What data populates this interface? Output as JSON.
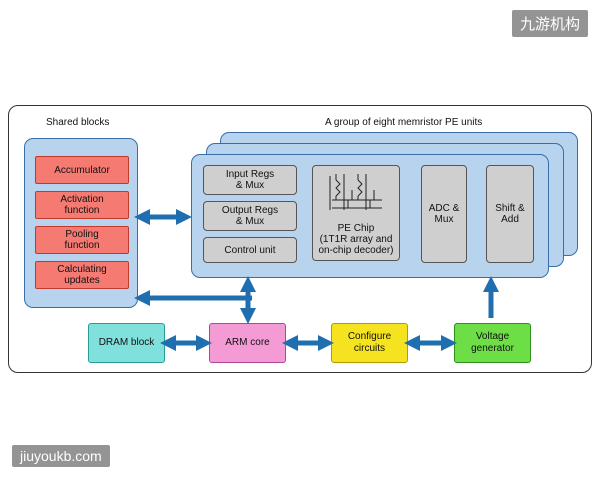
{
  "watermarks": {
    "top": "九游机构",
    "bottom": "jiuyoukb.com"
  },
  "shared": {
    "title": "Shared blocks",
    "items": [
      {
        "label": "Accumulator"
      },
      {
        "label": "Activation\nfunction"
      },
      {
        "label": "Pooling\nfunction"
      },
      {
        "label": "Calculating\nupdates"
      }
    ]
  },
  "pe_group": {
    "title": "A group of eight memristor PE units",
    "input_regs": "Input Regs\n& Mux",
    "output_regs": "Output Regs\n& Mux",
    "control_unit": "Control unit",
    "pe_chip": "PE Chip\n(1T1R array and\non-chip decoder)",
    "adc": "ADC &\nMux",
    "shift": "Shift &\nAdd"
  },
  "bottom": {
    "dram": "DRAM block",
    "arm": "ARM core",
    "configure": "Configure\ncircuits",
    "voltage": "Voltage\ngenerator"
  },
  "colors": {
    "panel": "#b7d3ee",
    "red": "#f57a72",
    "dram": "#7fe0dc",
    "arm": "#f49bd6",
    "configure": "#f5e31f",
    "voltage": "#6ede46",
    "arrow": "#1f6fb0"
  }
}
